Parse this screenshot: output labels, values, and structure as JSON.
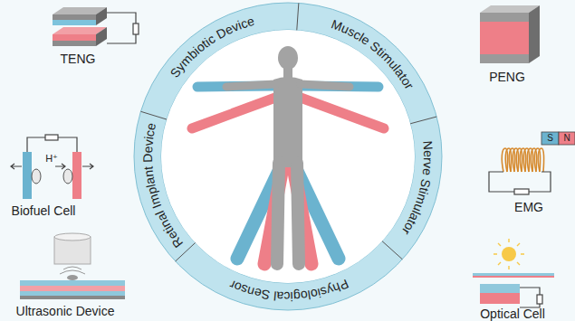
{
  "diagram": {
    "labels": [
      "TENG",
      "Symbiotic Device",
      "Muscle Stimulator",
      "PENG",
      "H⁺",
      "Biofuel Cell",
      "Retinal Implant Device",
      "Nerve Stimulator",
      "EMG",
      "S",
      "N",
      "Ultrasonic Device",
      "Physiological Sensor",
      "Optical Cell"
    ]
  }
}
